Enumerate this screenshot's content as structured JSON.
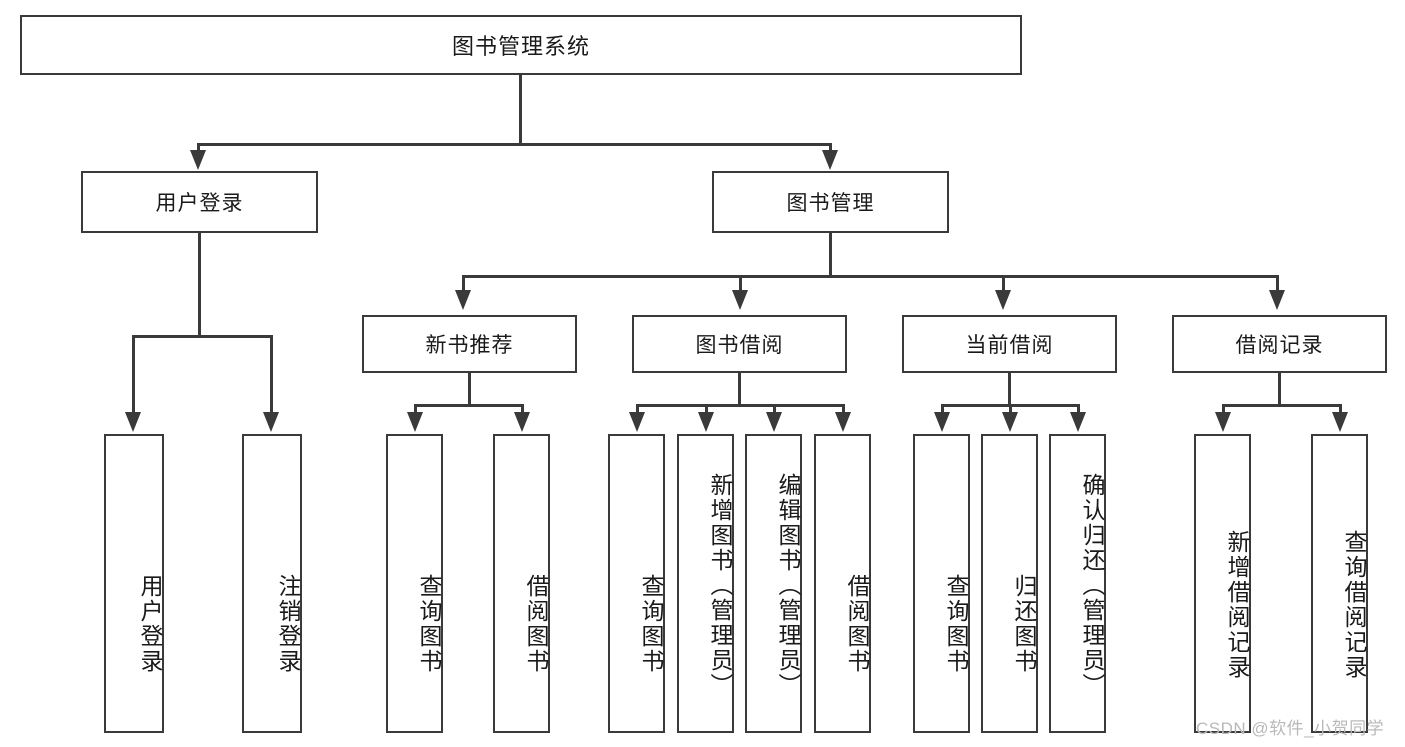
{
  "diagram": {
    "title": "图书管理系统",
    "type": "hierarchy-tree",
    "levels": 4
  },
  "nodes": {
    "root": {
      "label": "图书管理系统"
    },
    "level2": [
      {
        "id": "user-login",
        "label": "用户登录"
      },
      {
        "id": "book-management",
        "label": "图书管理"
      }
    ],
    "level3": [
      {
        "id": "new-book-recommend",
        "label": "新书推荐"
      },
      {
        "id": "book-borrow",
        "label": "图书借阅"
      },
      {
        "id": "current-borrow",
        "label": "当前借阅"
      },
      {
        "id": "borrow-record",
        "label": "借阅记录"
      }
    ],
    "leaves": {
      "user_login": [
        {
          "id": "leaf-user-login",
          "label": "用户登录"
        },
        {
          "id": "leaf-logout-login",
          "label": "注销登录"
        }
      ],
      "new_book_recommend": [
        {
          "id": "leaf-query-book-1",
          "label": "查询图书"
        },
        {
          "id": "leaf-borrow-book-1",
          "label": "借阅图书"
        }
      ],
      "book_borrow": [
        {
          "id": "leaf-query-book-2",
          "label": "查询图书"
        },
        {
          "id": "leaf-add-book",
          "label": "新增图书（管理员）"
        },
        {
          "id": "leaf-edit-book",
          "label": "编辑图书（管理员）"
        },
        {
          "id": "leaf-borrow-book-2",
          "label": "借阅图书"
        }
      ],
      "current_borrow": [
        {
          "id": "leaf-query-book-3",
          "label": "查询图书"
        },
        {
          "id": "leaf-return-book",
          "label": "归还图书"
        },
        {
          "id": "leaf-confirm-return",
          "label": "确认归还（管理员）"
        }
      ],
      "borrow_record": [
        {
          "id": "leaf-add-record",
          "label": "新增借阅记录"
        },
        {
          "id": "leaf-query-record",
          "label": "查询借阅记录"
        }
      ]
    }
  },
  "watermark": {
    "text": "CSDN @软件_小贺同学"
  },
  "colors": {
    "stroke": "#3a3a3a",
    "background": "#ffffff",
    "text": "#1a1a1a",
    "watermark": "#b9b9b9"
  }
}
